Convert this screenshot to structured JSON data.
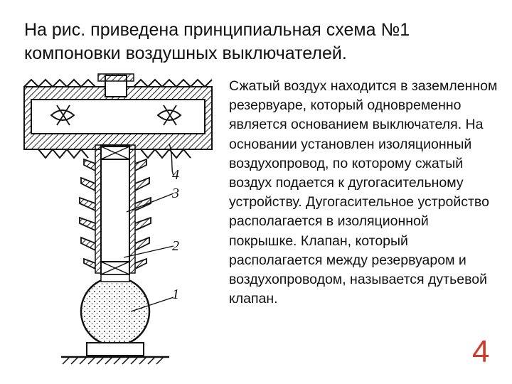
{
  "slide": {
    "title": "На рис. приведена принципиальная схема №1 компоновки воздушных выключателей.",
    "body": "Сжатый воздух находится в заземленном резервуаре, который одновременно является основанием выключателя. На основании установлен изоляционный воздухопровод, по которому сжатый воздух подается к дугогасительному устройству. Дугогасительное устройство располагается в изоляционной покрышке. Клапан, который располагается между резервуаром и воздухопроводом, называется дутьевой клапан.",
    "page_number": "4"
  },
  "diagram": {
    "labels": [
      "4",
      "3",
      "2",
      "1"
    ]
  }
}
